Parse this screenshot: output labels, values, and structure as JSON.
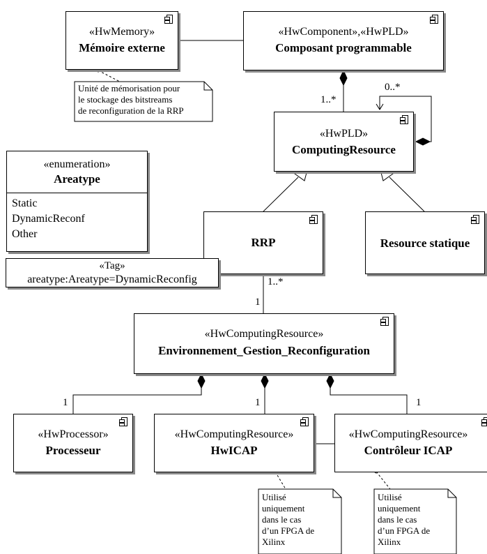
{
  "enumeration": {
    "stereotype": "«enumeration»",
    "name": "Areatype",
    "literals": [
      "Static",
      "DynamicReconf",
      "Other"
    ]
  },
  "tag": {
    "stereotype": "«Tag»",
    "value": "areatype:Areatype=DynamicReconfig"
  },
  "components": {
    "memoire": {
      "stereotype": "«HwMemory»",
      "name": "Mémoire externe"
    },
    "composant": {
      "stereotype": "«HwComponent»,«HwPLD»",
      "name": "Composant programmable"
    },
    "computing": {
      "stereotype": "«HwPLD»",
      "name": "ComputingResource"
    },
    "rrp": {
      "name": "RRP"
    },
    "statique": {
      "name": "Resource statique"
    },
    "env": {
      "stereotype": "«HwComputingResource»",
      "name": "Environnement_Gestion_Reconfiguration"
    },
    "processeur": {
      "stereotype": "«HwProcessor»",
      "name": "Processeur"
    },
    "hwicap": {
      "stereotype": "«HwComputingResource»",
      "name": "HwICAP"
    },
    "controleur": {
      "stereotype": "«HwComputingResource»",
      "name": "Contrôleur ICAP"
    }
  },
  "notes": {
    "memoire_note": [
      "Unité de mémorisation pour",
      "le stockage des bitstreams",
      "de reconfiguration de la RRP"
    ],
    "hwicap_note": [
      "Utilisé",
      "uniquement",
      "dans le cas",
      "d’un FPGA de",
      "Xilinx"
    ],
    "controleur_note": [
      "Utilisé",
      "uniquement",
      "dans le cas",
      "d’un FPGA de",
      "Xilinx"
    ]
  },
  "multiplicities": {
    "composant_computing": "1..*",
    "self_assoc": "0..*",
    "rrp_env_top": "1..*",
    "rrp_env_bottom": "1",
    "env_processeur": "1",
    "env_hwicap": "1",
    "env_controleur": "1"
  }
}
